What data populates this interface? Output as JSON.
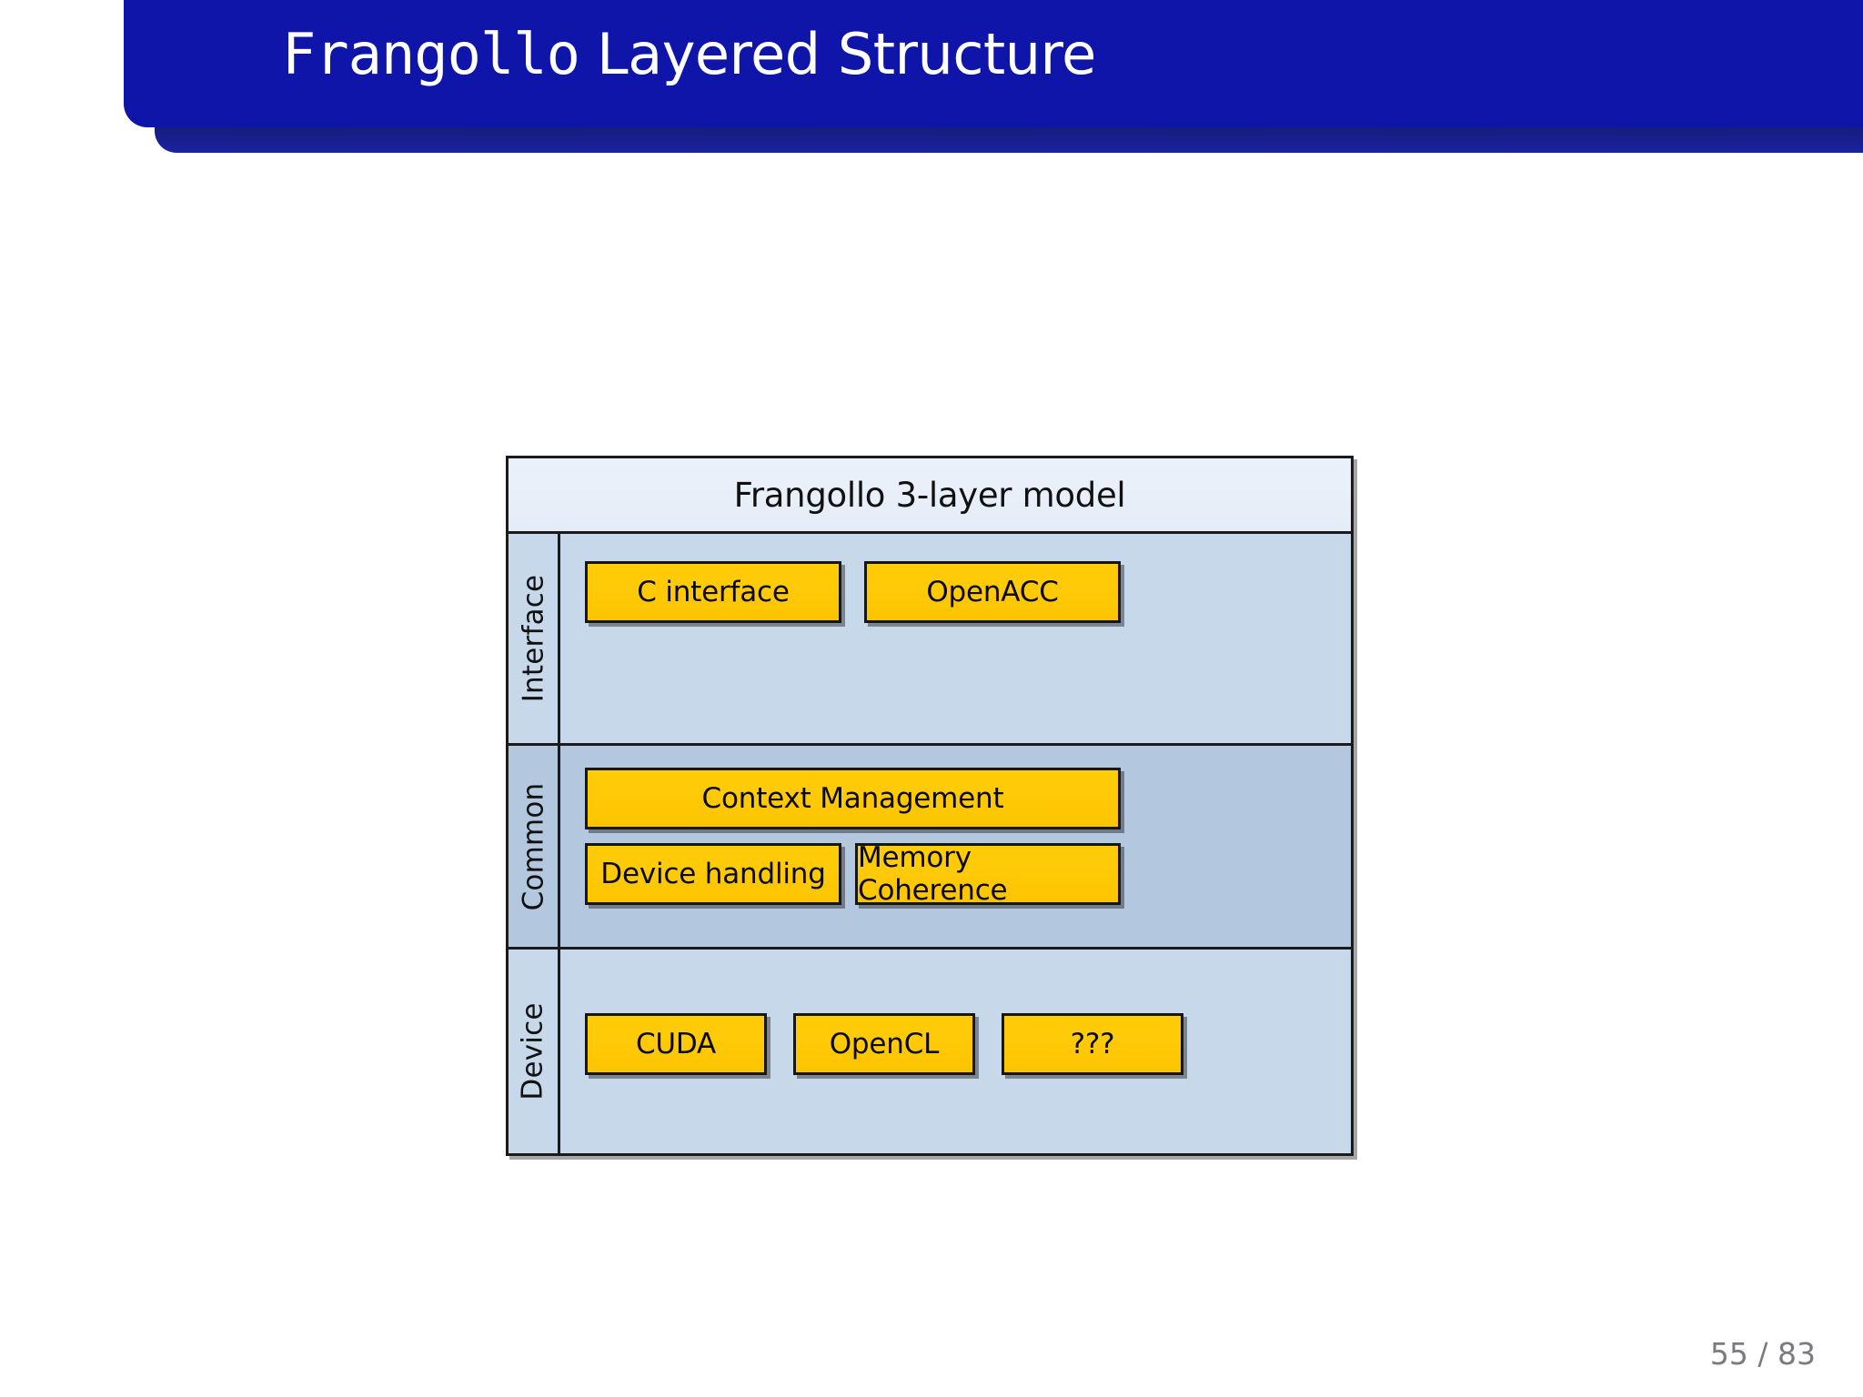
{
  "slide": {
    "background_color": "#ffffff",
    "header": {
      "title_mono_part": "Frangollo",
      "title_rest_part": " Layered Structure",
      "bar_color": "#0f15a8",
      "shadow_color": "#161d80",
      "text_color": "#ffffff"
    },
    "footer": {
      "page_label": "55 / 83",
      "color": "#7a7a80"
    }
  },
  "diagram": {
    "title": "Frangollo 3-layer model",
    "border_color": "#1b1b1b",
    "title_bg": "#e9f0fa",
    "box_color": "#ffc907",
    "layers": [
      {
        "name": "Interface",
        "background": "#c6d8ea",
        "rows": [
          {
            "boxes": [
              "C interface",
              "OpenACC"
            ]
          }
        ]
      },
      {
        "name": "Common",
        "background": "#b3c8de",
        "rows": [
          {
            "boxes": [
              "Context Management"
            ]
          },
          {
            "boxes": [
              "Device handling",
              "Memory Coherence"
            ]
          }
        ]
      },
      {
        "name": "Device",
        "background": "#c6d8ea",
        "rows": [
          {
            "boxes": [
              "CUDA",
              "OpenCL",
              "???"
            ]
          }
        ]
      }
    ]
  }
}
